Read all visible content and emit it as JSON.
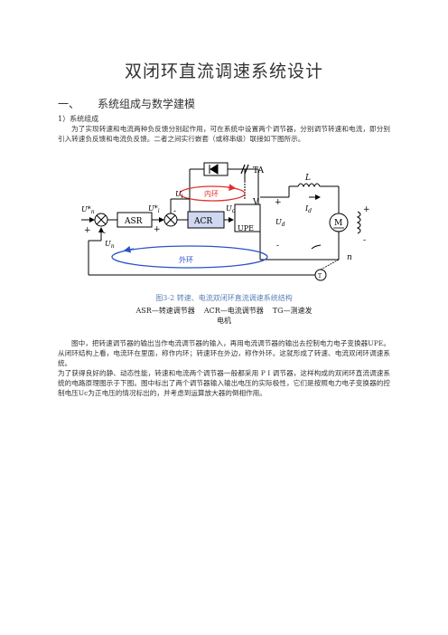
{
  "document": {
    "title": "双闭环直流调速系统设计",
    "section_num": "一、",
    "section_title": "系统组成与数学建模",
    "subsection": "1）系统组成",
    "para1": "为了实现转速和电流两种负反馈分别起作用，可在系统中设置两个调节器，分别调节转速和电流，即分别引入转速负反馈和电流负反馈。二者之间实行嵌套（或称串级）联接如下图所示。",
    "caption": "图3-2 转速、电流双闭环直流调速系统结构",
    "legend_asr": "ASR—转速调节器",
    "legend_acr": "ACR—电流调节器",
    "legend_tg": "TG—测速发",
    "legend_tg2": "电机",
    "para2": "图中，把转速调节器的输出当作电流调节器的输入，再用电流调节器的输出去控制电力电子变换器UPE。从闭环结构上看，电流环在里面，称作内环；转速环在外边，称作外环。这就形成了转速、电流双闭环调速系统。",
    "para3": "为了获得良好的静、动态性能，转速和电流两个调节器一般都采用 P I 调节器，这样构成的双闭环直流调速系统的电路原理图示于下图。图中标出了两个调节器输入输出电压的实际极性，它们是按照电力电子变换器的控制电压Uc为正电压的情况标出的，并考虑到运算放大器的倒相作用。"
  },
  "diagram": {
    "asr": "ASR",
    "acr": "ACR",
    "upe": "UPE",
    "motor": "M",
    "tg": "TG",
    "ta": "TA",
    "inner_loop": "内环",
    "outer_loop": "外环",
    "un_star": "U*n",
    "ui_star": "U*i",
    "ui": "Ui",
    "uc": "Uc",
    "un": "Un",
    "ud": "Ud",
    "id": "Id",
    "l": "L",
    "n": "n",
    "v": "V",
    "plus": "+",
    "minus": "-",
    "colors": {
      "inner_loop": "#e0302a",
      "outer_loop": "#2a52c8",
      "acr_fill": "#cfd8f0",
      "caption": "#5a7fb5"
    }
  }
}
